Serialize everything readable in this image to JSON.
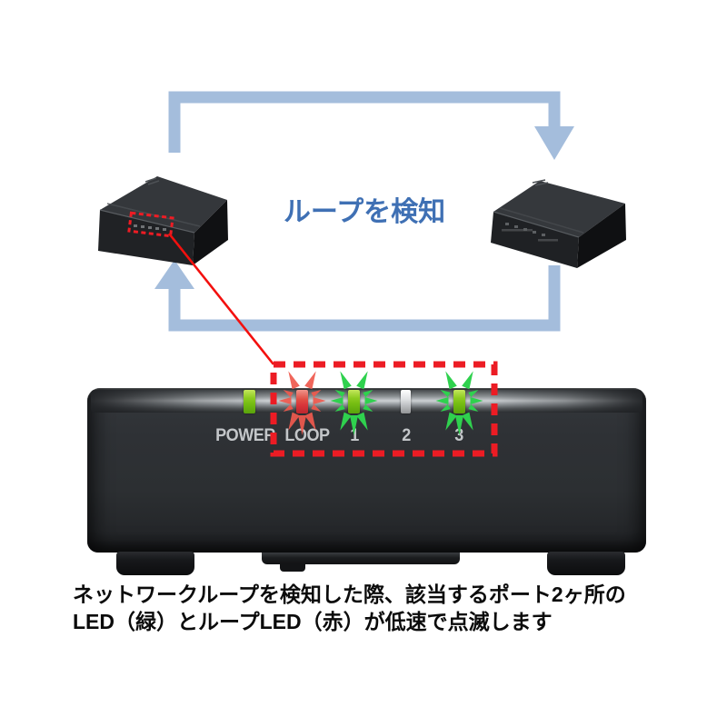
{
  "loop_diagram": {
    "caption": "ループを検知",
    "caption_color": "#3f70b4",
    "arrow_color": "#a4bddc",
    "devices": [
      "network-hub-left",
      "network-hub-right"
    ]
  },
  "front_panel": {
    "highlight_color": "#ec1c24",
    "led_green": "#7ec41d",
    "led_red": "#d9353a",
    "led_off": "#e9ebec",
    "leds": [
      {
        "label": "POWER",
        "color": "green",
        "state": "on"
      },
      {
        "label": "LOOP",
        "color": "red",
        "state": "blinking"
      },
      {
        "label": "1",
        "color": "green",
        "state": "blinking"
      },
      {
        "label": "2",
        "color": "off",
        "state": "off"
      },
      {
        "label": "3",
        "color": "green",
        "state": "blinking"
      }
    ]
  },
  "footnote": {
    "line1": "ネットワークループを検知した際、該当するポート2ヶ所の",
    "line2": "LED（緑）とループLED（赤）が低速で点滅します"
  }
}
